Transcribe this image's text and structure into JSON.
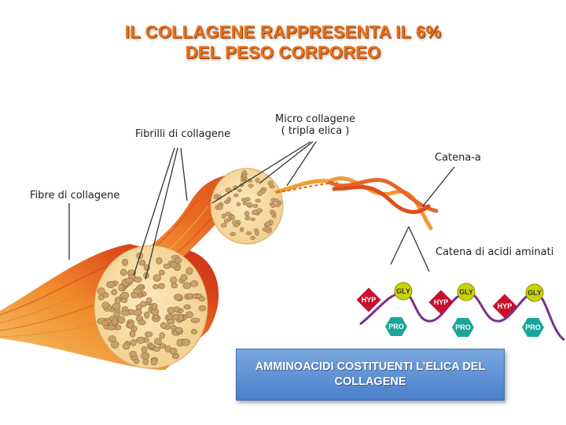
{
  "title": {
    "line1": "IL COLLAGENE RAPPRESENTA IL 6%",
    "line2": "DEL PESO CORPOREO"
  },
  "labels": {
    "fibre": "Fibre di collagene",
    "fibrilli": "Fibrilli di collagene",
    "micro_line1": "Micro collagene",
    "micro_line2": "( tripla elica )",
    "catena_a": "Catena-a",
    "catena_acidi": "Catena di acidi aminati"
  },
  "amino_acids": {
    "hyp": "HYP",
    "gly": "GLY",
    "pro": "PRO"
  },
  "banner": {
    "line1": "AMMINOACIDI COSTITUENTI L’ELICA DEL",
    "line2": "COLLAGENE"
  },
  "colors": {
    "title": "#e8701a",
    "banner": "#5b8fd6",
    "hyp": "#c8102e",
    "gly": "#c8d400",
    "pro": "#1aa59a",
    "chain": "#7b2f8f",
    "fiber_red": "#d9481c",
    "fiber_orange": "#f5a623",
    "cross_section": "#f6d9a0"
  }
}
